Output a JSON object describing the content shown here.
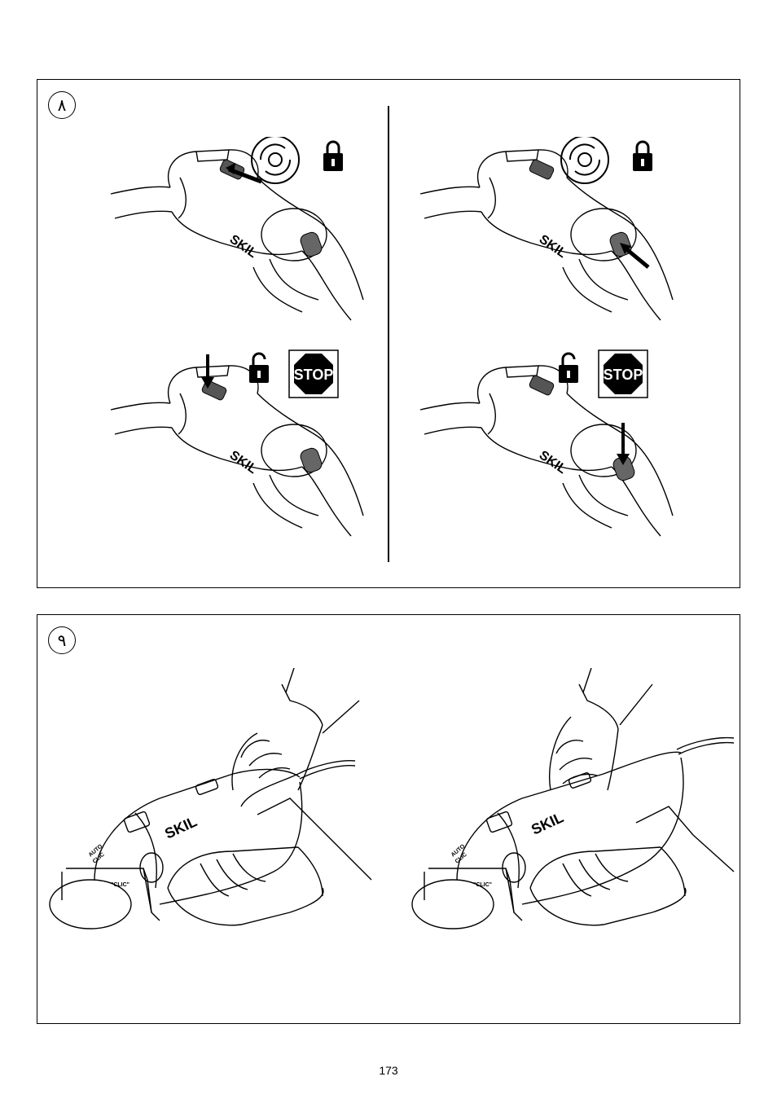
{
  "figure_8": {
    "badge": "٨",
    "brand_label": "SKIL",
    "stop_label": "STOP",
    "icons": [
      "rotation-icon",
      "lock-closed-icon",
      "lock-open-icon",
      "stop-sign-icon"
    ]
  },
  "figure_9": {
    "badge": "٩",
    "brand_label": "SKIL",
    "button_labels": [
      "AUTO",
      "CLIC",
      "\"CLIC\""
    ]
  },
  "footer": {
    "page_number": "173"
  },
  "colors": {
    "ink": "#000000",
    "paper": "#ffffff",
    "switch_fill": "#555555"
  }
}
